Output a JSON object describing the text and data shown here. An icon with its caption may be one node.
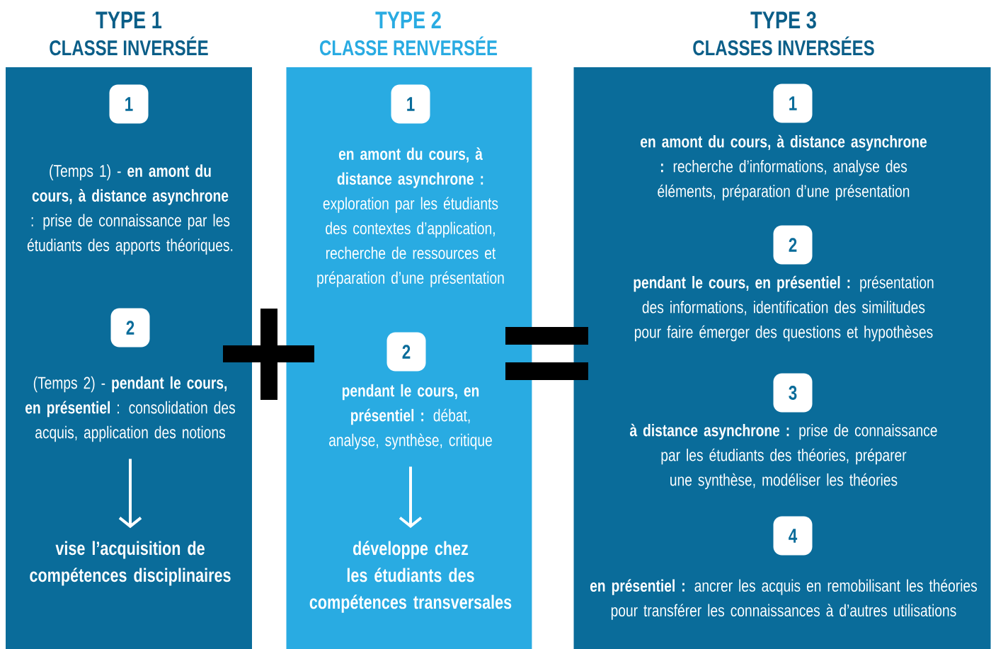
{
  "diagram": {
    "nodes": [
      {
        "text": [
          "TYPE 1",
          "CLASSE INVERSÉE"
        ]
      },
      {
        "text": [
          "1"
        ],
        "in": 0
      },
      {
        "text": [
          "(Temps 1) - **en amont du cours, à distance asynchrone** : prise de connaissance par les étudiants des apports théoriques."
        ],
        "in": 0
      },
      {
        "text": [
          "2"
        ],
        "in": 0
      },
      {
        "text": [
          "(Temps 2) - **pendant le cours, en présentiel** : consolidation des acquis, application des notions"
        ],
        "in": 0
      },
      {
        "text": [
          "vise l’acquisition de compétences disciplinaires"
        ],
        "in": 0
      },
      {
        "text": [
          "TYPE 2",
          "CLASSE RENVERSÉE"
        ]
      },
      {
        "text": [
          "1"
        ],
        "in": 6
      },
      {
        "text": [
          "**en amont du cours, à distance asynchrone :** exploration par les étudiants des contextes d’application, recherche de ressources et préparation d’une présentation"
        ],
        "in": 6
      },
      {
        "text": [
          "2"
        ],
        "in": 6
      },
      {
        "text": [
          "**pendant le cours, en présentiel :** débat, analyse, synthèse, critique"
        ],
        "in": 6
      },
      {
        "text": [
          "développe chez les étudiants des compétences transversales"
        ],
        "in": 6
      },
      {
        "text": [
          "TYPE 3",
          "CLASSES INVERSÉES"
        ]
      },
      {
        "text": [
          "1"
        ],
        "in": 12
      },
      {
        "text": [
          "**en amont du cours, à distance asynchrone :** recherche d’informations, analyse des éléments, préparation d’une présentation"
        ],
        "in": 12
      },
      {
        "text": [
          "2"
        ],
        "in": 12
      },
      {
        "text": [
          "**pendant le cours, en présentiel :** présentation des informations, identification des similitudes pour faire émerger des questions et hypothèses"
        ],
        "in": 12
      },
      {
        "text": [
          "3"
        ],
        "in": 12
      },
      {
        "text": [
          "**à distance asynchrone :** prise de connaissance par les étudiants des théories, préparer une synthèse, modéliser les théories"
        ],
        "in": 12
      },
      {
        "text": [
          "4"
        ],
        "in": 12
      },
      {
        "text": [
          "**en présentiel :** ancrer les acquis en remobilisant les théories pour transférer les connaissances à d’autres utilisations"
        ],
        "in": 12
      }
    ],
    "edges": [
      {
        "from": 4,
        "to": 5,
        "arrow": "to"
      },
      {
        "from": 10,
        "to": 11,
        "arrow": "to"
      }
    ]
  }
}
